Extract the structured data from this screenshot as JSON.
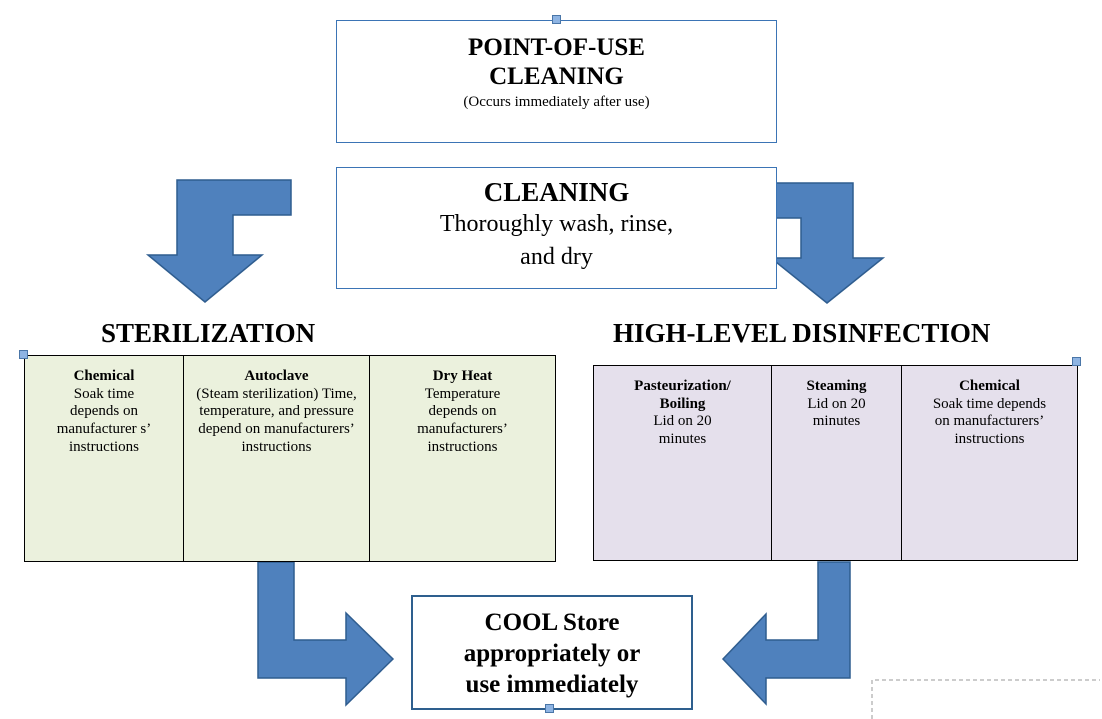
{
  "point_of_use": {
    "title_line1": "POINT-OF-USE",
    "title_line2": "CLEANING",
    "subtitle": "(Occurs immediately after use)"
  },
  "cleaning": {
    "title": "CLEANING",
    "line1": "Thoroughly wash, rinse,",
    "line2": "and dry"
  },
  "sterilization": {
    "heading": "STERILIZATION",
    "cells": [
      {
        "title": "Chemical",
        "text": "Soak time depends on manufacturer s’ instructions"
      },
      {
        "title": "Autoclave",
        "text": "(Steam sterilization) Time, temperature, and pressure depend on manufacturers’ instructions"
      },
      {
        "title": "Dry Heat",
        "text": "Temperature depends on manufacturers’ instructions"
      }
    ]
  },
  "hld": {
    "heading": "HIGH-LEVEL DISINFECTION",
    "cells": [
      {
        "title": "Pasteurization/ Boiling",
        "text": "Lid on 20 minutes"
      },
      {
        "title": "Steaming",
        "text": "Lid on 20 minutes"
      },
      {
        "title": "Chemical",
        "text": "Soak time depends on manufacturers’ instructions"
      }
    ]
  },
  "cool": {
    "line1": "COOL Store",
    "line2": "appropriately or",
    "line3": "use immediately"
  },
  "colors": {
    "arrow_fill": "#4f81bd",
    "arrow_stroke": "#2f5d8f",
    "sterilization_bg": "#ebf1dd",
    "hld_bg": "#e5e0ec",
    "box_border": "#3b74b5"
  }
}
